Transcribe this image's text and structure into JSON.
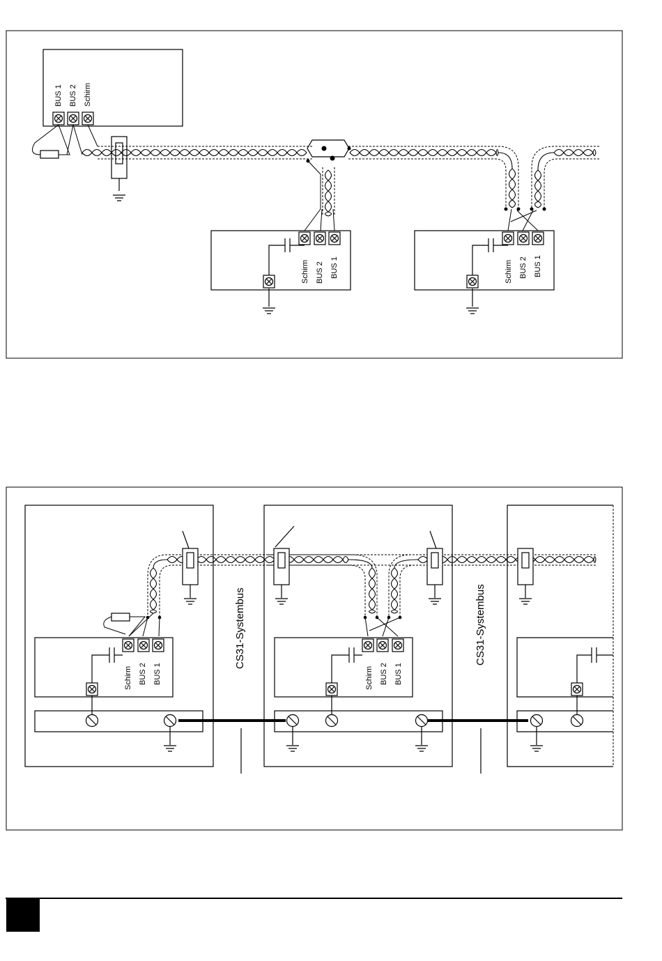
{
  "figure1": {
    "master": {
      "labels": [
        "BUS 1",
        "BUS 2",
        "Schirm"
      ]
    },
    "slave_a": {
      "labels": [
        "Schirm",
        "BUS 2",
        "BUS 1"
      ]
    },
    "slave_b": {
      "labels": [
        "Schirm",
        "BUS 2",
        "BUS 1"
      ]
    }
  },
  "figure2": {
    "cabinet1_labels": [
      "Schirm",
      "BUS 2",
      "BUS 1"
    ],
    "cabinet2_labels": [
      "Schirm",
      "BUS 2",
      "BUS 1"
    ],
    "bus_label_1": "CS31-Systembus",
    "bus_label_2": "CS31-Systembus"
  },
  "colors": {
    "ink": "#000000",
    "paper": "#ffffff"
  },
  "icons": [
    "terminal-screw-icon",
    "ground-icon",
    "capacitor-icon",
    "resistor-icon",
    "twisted-pair-icon"
  ]
}
